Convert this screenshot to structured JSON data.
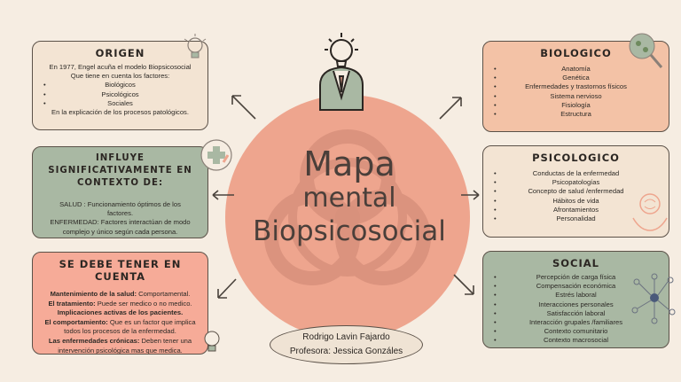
{
  "center": {
    "line1": "Mapa",
    "line2": "mental",
    "line3": "Biopsicosocial",
    "author": "Rodrigo Lavin Fajardo",
    "professor": "Profesora: Jessica Gonzáles"
  },
  "origen": {
    "title": "ORIGEN",
    "intro1": "En 1977, Engel acuña el modelo Biopsicosocial",
    "intro2": "Que tiene en cuenta  los factores:",
    "items": [
      "Biológicos",
      "Psicológicos",
      "Sociales"
    ],
    "outro": "En la explicación de los procesos patológicos."
  },
  "influye": {
    "title": "INFLUYE SIGNIFICATIVAMENTE EN CONTEXTO DE:",
    "salud": "SALUD : Funcionamiento óptimos de los factores.",
    "enfermedad": "ENFERMEDAD: Factores interactúan de modo complejo y único según cada persona."
  },
  "cuenta": {
    "title": "SE DEBE TENER EN CUENTA",
    "rows": [
      {
        "bold": "Mantenimiento de la salud:",
        "text": " Comportamental."
      },
      {
        "bold": "El tratamiento:",
        "text": " Puede ser medico o no medico."
      },
      {
        "bold": "Implicaciones activas de los pacientes.",
        "text": ""
      },
      {
        "bold": "El comportamiento:",
        "text": " Que es un factor que implica todos los procesos de la enfermedad."
      },
      {
        "bold": "Las enfermedades crónicas:",
        "text": " Deben tener una intervención psicológica mas que medica."
      }
    ]
  },
  "biologico": {
    "title": "BIOLOGICO",
    "items": [
      "Anatomía",
      "Genética",
      "Enfermedades y trastornos físicos",
      "Sistema nervioso",
      "Fisiología",
      "Estructura"
    ]
  },
  "psicologico": {
    "title": "PSICOLOGICO",
    "items": [
      "Conductas de la enfermedad",
      "Psicopatologías",
      "Concepto de salud /enfermedad",
      "Hábitos de vida",
      "Afrontamientos",
      "Personalidad"
    ]
  },
  "social": {
    "title": "SOCIAL",
    "items": [
      "Percepción de carga física",
      "Compensación económica",
      "Estrés laboral",
      "Interacciones personales",
      "Satisfacción laboral",
      "Interacción grupales /familiares",
      "Contexto comunitario",
      "Contexto macrosocial"
    ]
  },
  "colors": {
    "background": "#f6ede2",
    "circle": "#eea58e",
    "sage": "#a9b8a3",
    "peach": "#f3c2a6",
    "salmon": "#f6ab98",
    "cream": "#f3e4d3"
  }
}
